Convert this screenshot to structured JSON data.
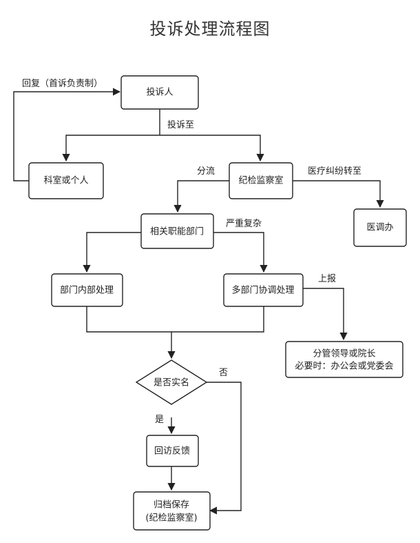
{
  "diagram": {
    "title": "投诉处理流程图",
    "nodes": {
      "complainant": "投诉人",
      "dept_person": "科室或个人",
      "discipline": "纪检监察室",
      "medical_office": "医调办",
      "functional_dept": "相关职能部门",
      "internal": "部门内部处理",
      "multi": "多部门协调处理",
      "leader_line1": "分管领导或院长",
      "leader_line2": "必要时：办公会或党委会",
      "real_name": "是否实名",
      "revisit": "回访反馈",
      "archive_line1": "归档保存",
      "archive_line2": "(纪检监察室)"
    },
    "edge_labels": {
      "reply": "回复（首诉负责制）",
      "complain_to": "投诉至",
      "divert": "分流",
      "medical_transfer": "医疗纠纷转至",
      "serious": "严重复杂",
      "report_up": "上报",
      "no": "否",
      "yes": "是"
    }
  }
}
